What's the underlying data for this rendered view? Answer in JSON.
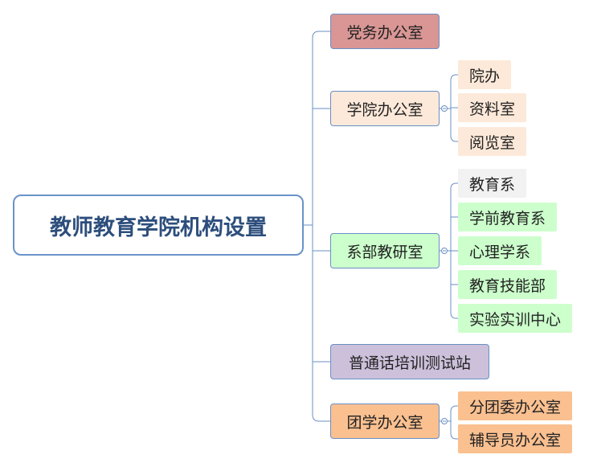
{
  "root": {
    "label": "教师教育学院机构设置"
  },
  "branches": [
    {
      "label": "党务办公室",
      "color": "#d99694",
      "children": []
    },
    {
      "label": "学院办公室",
      "color": "#fde9d9",
      "children": [
        {
          "label": "院办",
          "color": "#fde9d9"
        },
        {
          "label": "资料室",
          "color": "#fde9d9"
        },
        {
          "label": "阅览室",
          "color": "#fde9d9"
        }
      ]
    },
    {
      "label": "系部教研室",
      "color": "#ccffcc",
      "children": [
        {
          "label": "教育系",
          "color": "#f2f2f2"
        },
        {
          "label": "学前教育系",
          "color": "#ccffcc"
        },
        {
          "label": "心理学系",
          "color": "#ccffcc"
        },
        {
          "label": "教育技能部",
          "color": "#ccffcc"
        },
        {
          "label": "实验实训中心",
          "color": "#ccffcc"
        }
      ]
    },
    {
      "label": "普通话培训测试站",
      "color": "#ccc0da",
      "children": []
    },
    {
      "label": "团学办公室",
      "color": "#fac090",
      "children": [
        {
          "label": "分团委办公室",
          "color": "#fac090"
        },
        {
          "label": "辅导员办公室",
          "color": "#fac090"
        }
      ]
    }
  ],
  "line_color": "#6a8fc4"
}
